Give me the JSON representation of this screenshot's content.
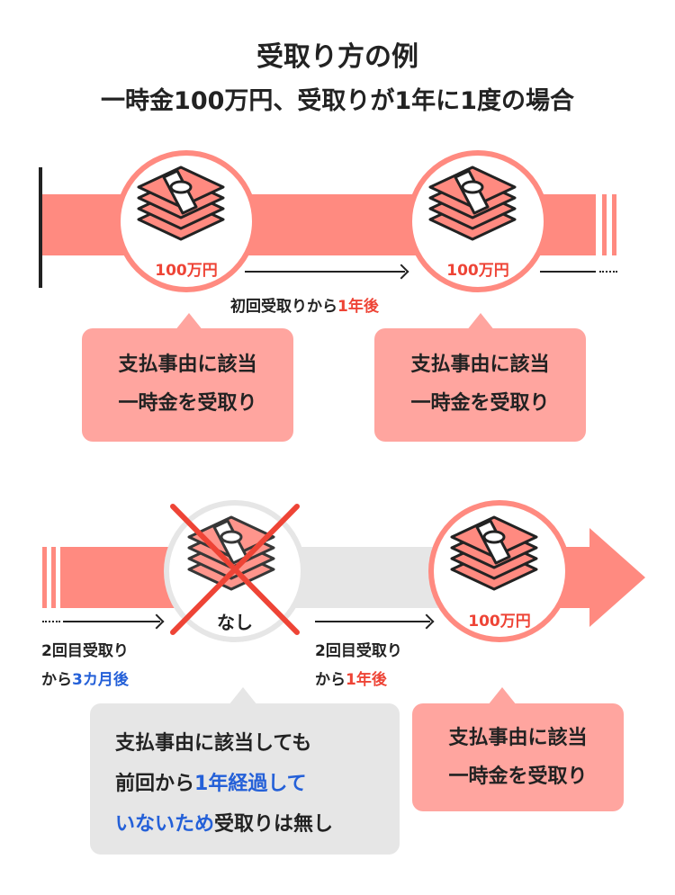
{
  "title": "受取り方の例",
  "subtitle": "一時金100万円、受取りが1年に1度の場合",
  "row1": {
    "first": {
      "amount": "100万円",
      "bubble_line1": "支払事由に該当",
      "bubble_line2": "一時金を受取り"
    },
    "interval": {
      "text": "初回受取りから",
      "highlight": "1年後"
    },
    "second": {
      "amount": "100万円",
      "bubble_line1": "支払事由に該当",
      "bubble_line2": "一時金を受取り"
    }
  },
  "row2": {
    "skipped": {
      "label": "なし"
    },
    "interval1": {
      "line1": "2回目受取り",
      "line2_prefix": "から",
      "line2_highlight": "3カ月後"
    },
    "interval2": {
      "line1": "2回目受取り",
      "line2_prefix": "から",
      "line2_highlight": "1年後"
    },
    "note": {
      "line1": "支払事由に該当しても",
      "line2_prefix": "前回から",
      "line2_highlight": "1年経過して",
      "line3_highlight": "いないため",
      "line3_suffix": "受取りは無し"
    },
    "received": {
      "amount": "100万円",
      "bubble_line1": "支払事由に該当",
      "bubble_line2": "一時金を受取り"
    }
  },
  "colors": {
    "pink_band": "#ff8a80",
    "pink_bubble": "#ffa59f",
    "grey": "#e6e6e6",
    "red_text": "#ee4436",
    "blue_text": "#2460d8",
    "cross": "#ee4436"
  },
  "icons": [
    "money-stack-icon",
    "cross-mark-icon"
  ]
}
